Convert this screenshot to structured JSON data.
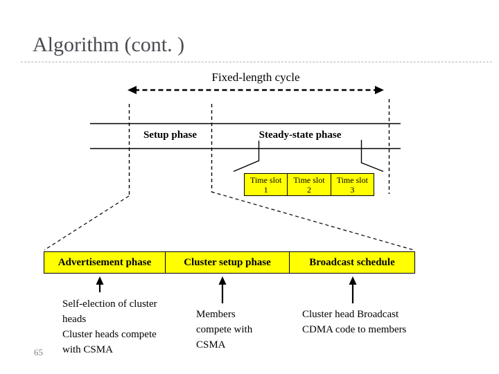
{
  "slide": {
    "title": "Algorithm (cont. )",
    "page_number": "65"
  },
  "colors": {
    "highlight_yellow": "#ffff00",
    "title_gray": "#4a4a52",
    "line_black": "#000000",
    "divider_gray": "#b3b3b3",
    "page_number_gray": "#7f7f7f"
  },
  "timeline": {
    "cycle_label": "Fixed-length cycle",
    "phases": [
      {
        "label": "Setup phase"
      },
      {
        "label": "Steady-state phase"
      }
    ],
    "time_slots": [
      {
        "line1": "Time slot",
        "line2": "1"
      },
      {
        "line1": "Time slot",
        "line2": "2"
      },
      {
        "line1": "Time slot",
        "line2": "3"
      }
    ]
  },
  "setup_detail": {
    "boxes": [
      {
        "label": "Advertisement phase"
      },
      {
        "label": "Cluster setup phase"
      },
      {
        "label": "Broadcast schedule"
      }
    ],
    "notes": [
      {
        "lines": [
          "Self-election of cluster",
          "heads",
          "Cluster heads compete",
          "with CSMA"
        ]
      },
      {
        "lines": [
          "Members",
          "compete with",
          "CSMA"
        ]
      },
      {
        "lines": [
          "Cluster head Broadcast",
          "CDMA code to members"
        ]
      }
    ]
  }
}
